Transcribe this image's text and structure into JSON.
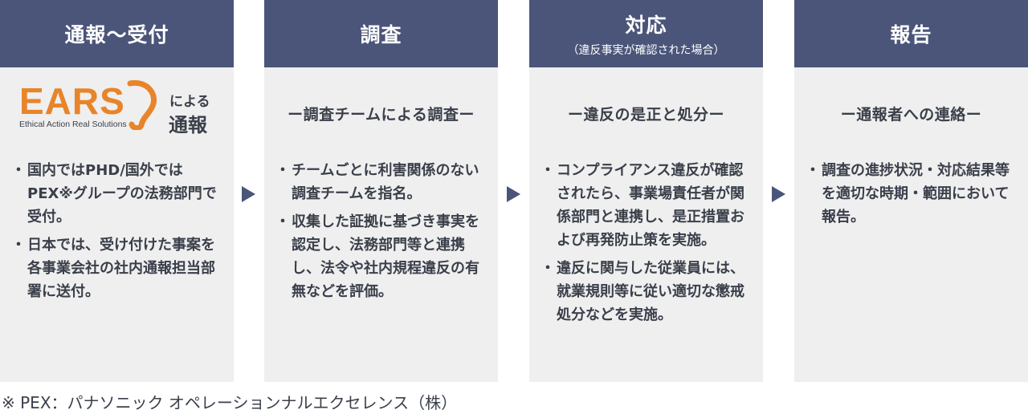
{
  "columns": [
    {
      "title": "通報〜受付",
      "subtitle": "",
      "logo_text": "EARS",
      "logo_tagline": "Ethical Action Real Solutions",
      "logo_suffix_small": "による",
      "logo_suffix_large": "通報",
      "bullets": [
        "国内ではPHD/国外ではPEX※グループの法務部門で受付。",
        "日本では、受け付けた事案を各事業会社の社内通報担当部署に送付。"
      ]
    },
    {
      "title": "調査",
      "subtitle": "",
      "heading": "ー調査チームによる調査ー",
      "bullets": [
        "チームごとに利害関係のない調査チームを指名。",
        "収集した証拠に基づき事実を認定し、法務部門等と連携し、法令や社内規程違反の有無などを評価。"
      ]
    },
    {
      "title": "対応",
      "subtitle": "（違反事実が確認された場合）",
      "heading": "ー違反の是正と処分ー",
      "bullets": [
        "コンプライアンス違反が確認されたら、事業場責任者が関係部門と連携し、是正措置および再発防止策を実施。",
        "違反に関与した従業員には、就業規則等に従い適切な懲戒処分などを実施。"
      ]
    },
    {
      "title": "報告",
      "subtitle": "",
      "heading": "ー通報者への連絡ー",
      "bullets": [
        "調査の進捗状況・対応結果等を適切な時期・範囲において報告。"
      ]
    }
  ],
  "bullet_mark": "・",
  "footnote": "※ PEX：パナソニック オペレーションナルエクセレンス（株）",
  "colors": {
    "header": "#4a5579",
    "panel": "#efefef",
    "logo_orange": "#e8842a",
    "text": "#3a3f4a"
  }
}
